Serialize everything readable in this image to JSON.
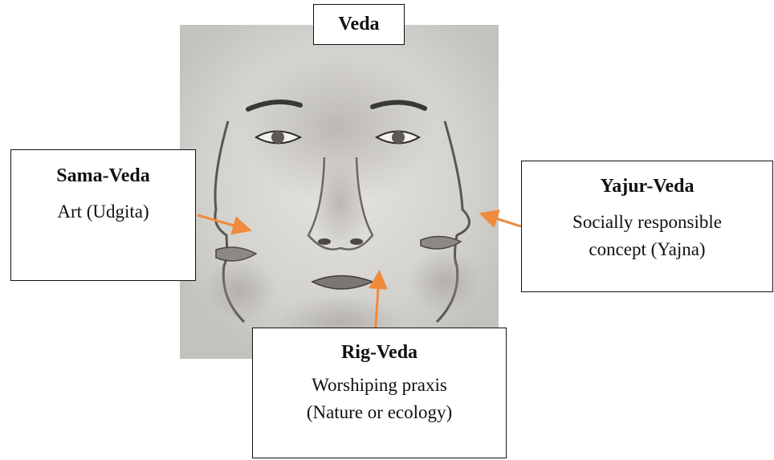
{
  "boxes": {
    "veda": {
      "title": "Veda"
    },
    "sama": {
      "title": "Sama-Veda",
      "desc": "Art (Udgita)"
    },
    "yajur": {
      "title": "Yajur-Veda",
      "desc_line1": "Socially responsible",
      "desc_line2": "concept (Yajna)"
    },
    "rig": {
      "title": "Rig-Veda",
      "desc_line1": "Worshiping praxis",
      "desc_line2": "(Nature or ecology)"
    }
  },
  "colors": {
    "arrow": "#f08a3c",
    "paper": "#dcdad6",
    "border": "#111111"
  }
}
